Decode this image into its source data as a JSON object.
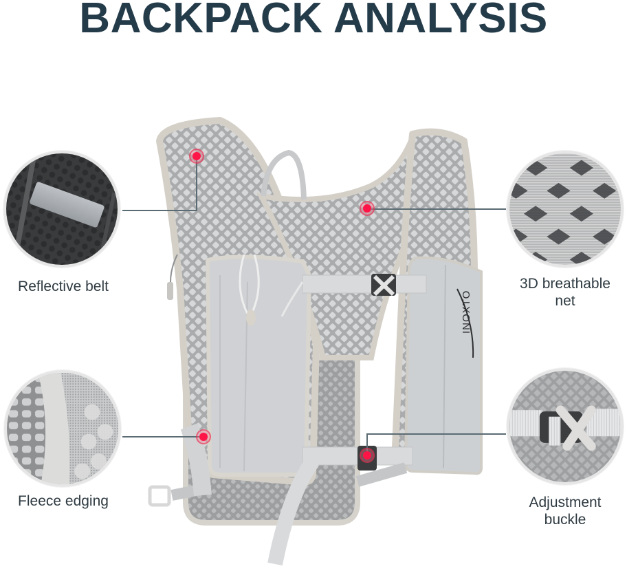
{
  "header": {
    "title": "BACKPACK ANALYSIS",
    "title_color": "#243b4a"
  },
  "product": {
    "brand_text": "INOXTO",
    "base_color": "#c9cacb",
    "marker_color": "#ff1448",
    "connector_color": "#5b6b73"
  },
  "features": [
    {
      "id": "reflective-belt",
      "label_lines": [
        "Reflective belt"
      ],
      "position": "top-left"
    },
    {
      "id": "breathable-net",
      "label_lines": [
        "3D breathable",
        "net"
      ],
      "position": "top-right"
    },
    {
      "id": "fleece-edging",
      "label_lines": [
        "Fleece edging"
      ],
      "position": "bottom-left"
    },
    {
      "id": "adjustment-buckle",
      "label_lines": [
        "Adjustment",
        "buckle"
      ],
      "position": "bottom-right"
    }
  ]
}
